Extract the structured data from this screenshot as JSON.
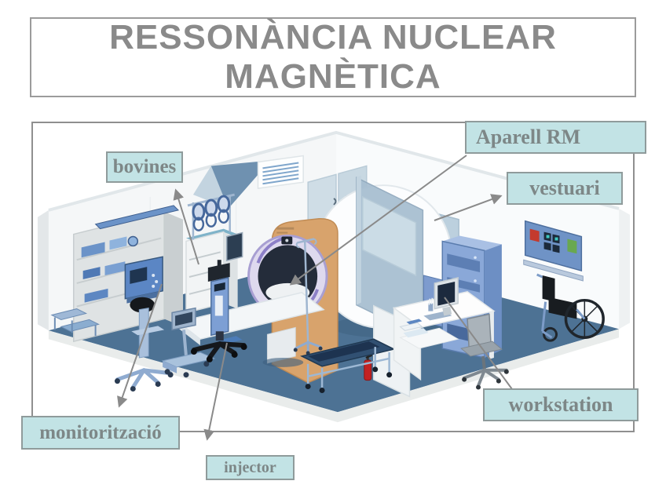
{
  "slide": {
    "title": {
      "line1": "RESSONÀNCIA NUCLEAR",
      "line2": "MAGNÈTICA"
    }
  },
  "labels": {
    "bovines": "bovines",
    "aparell_rm": "Aparell RM",
    "vestuari": "vestuari",
    "monitoritzacio": "monitorització",
    "injector": "injector",
    "workstation": "workstation"
  },
  "scene_items": [
    "shelving-unit",
    "step-stool",
    "coil-rack",
    "coil-cart",
    "monitoring-machine",
    "pedestal-trolley",
    "contrast-injector",
    "mri-scanner",
    "patient-table",
    "iv-pole",
    "stretcher",
    "fire-extinguisher",
    "partition-wall",
    "vent-grille",
    "double-doors",
    "desk",
    "computer-monitor",
    "office-chair",
    "server-racks",
    "image-display-panel",
    "wheelchair",
    "wall-monitor"
  ],
  "colors": {
    "label-fill": "#c2e3e5",
    "label-border": "#8f9b9b",
    "label-text": "#7d8787",
    "title-text": "#8a8a8a",
    "title-border": "#9b9b9b",
    "frame-border": "#8f8f8f",
    "arrow": "#8a8a8a",
    "floor": "#4d7294",
    "wall": "#f5f7f8",
    "equipment-blue": "#7d9fd4",
    "mri-front": "#d8a36c",
    "bore-ring": "#a89fd2",
    "extinguisher-red": "#c32222"
  }
}
